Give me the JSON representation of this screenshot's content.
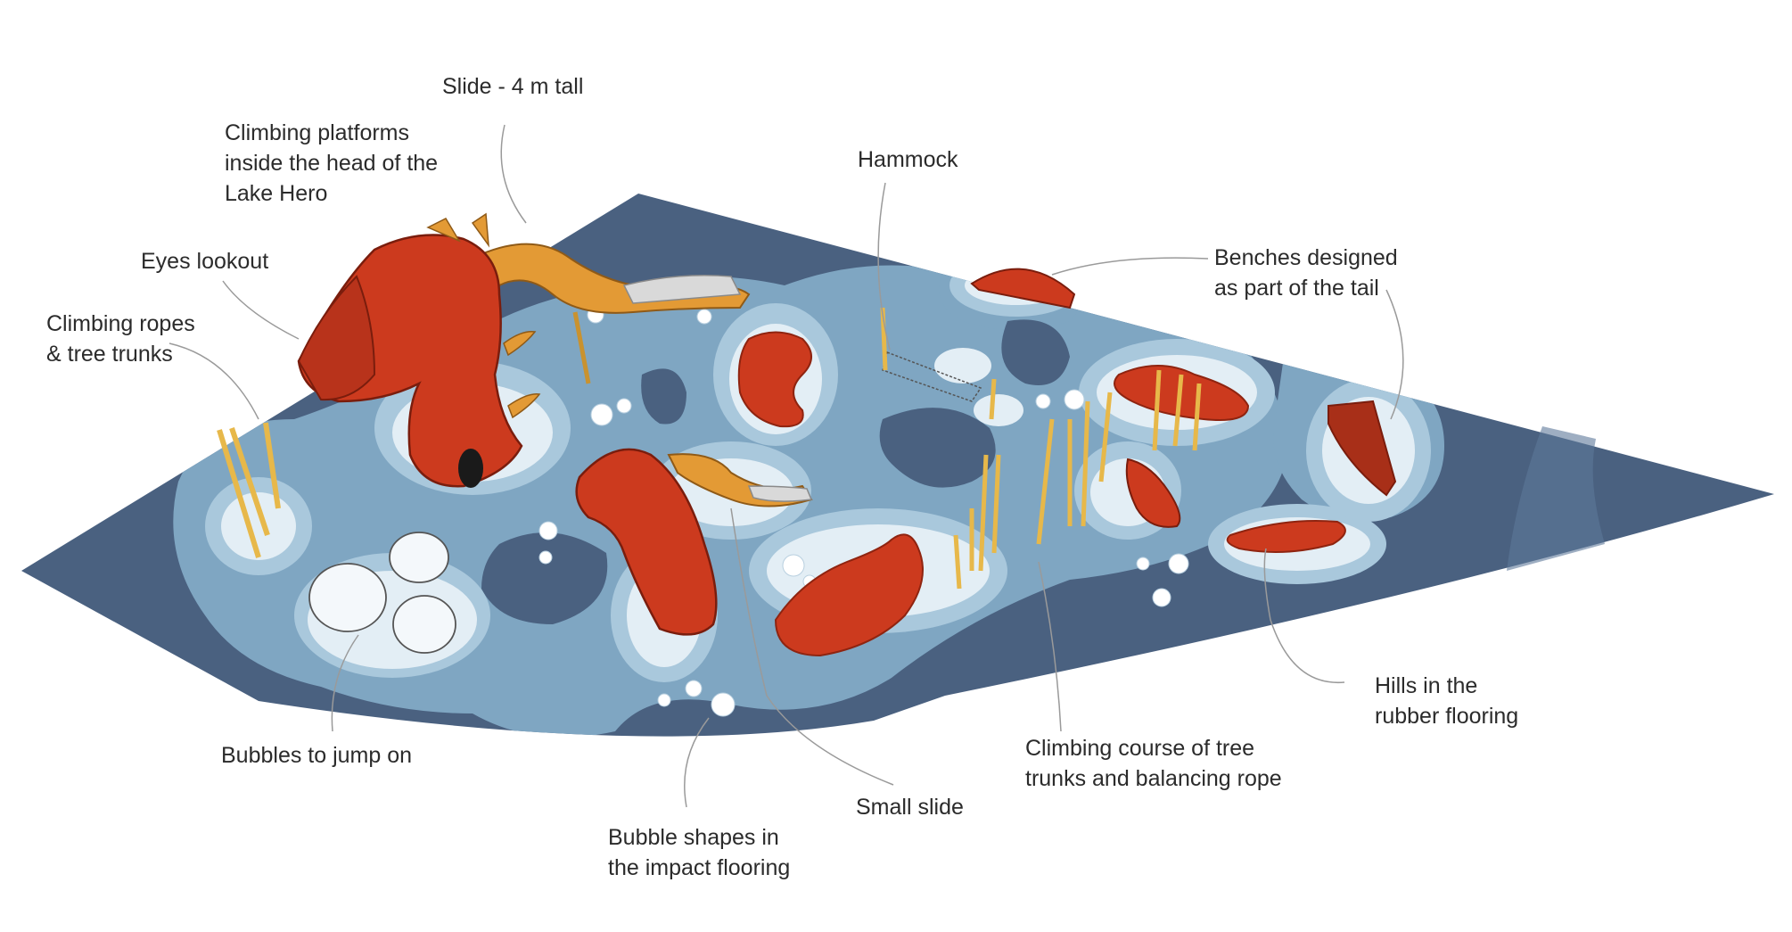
{
  "labels": {
    "slide": [
      "Slide - 4 m tall"
    ],
    "climbing_platforms": [
      "Climbing platforms",
      "inside the head of the",
      "Lake Hero"
    ],
    "eyes_lookout": [
      "Eyes lookout"
    ],
    "climbing_ropes": [
      "Climbing ropes",
      "& tree trunks"
    ],
    "hammock": [
      "Hammock"
    ],
    "benches": [
      "Benches designed",
      "as part of the tail"
    ],
    "hills": [
      "Hills in the",
      "rubber flooring"
    ],
    "climbing_course": [
      "Climbing course of tree",
      "trunks and balancing rope"
    ],
    "small_slide": [
      "Small slide"
    ],
    "bubble_shapes": [
      "Bubble shapes in",
      "the impact flooring"
    ],
    "bubbles_jump": [
      "Bubbles to jump on"
    ]
  },
  "colors": {
    "ground_dark": "#4a6180",
    "flooring_mid": "#7fa6c2",
    "flooring_light": "#a9c8dc",
    "flooring_pale": "#e3eef5",
    "sculpture_red": "#cc3a1e",
    "sculpture_shadow": "#8f2410",
    "slide_orange": "#e39a35",
    "trunk_yellow": "#e7b84a",
    "leader_line": "#9a9a9a",
    "text": "#2b2b2b"
  }
}
